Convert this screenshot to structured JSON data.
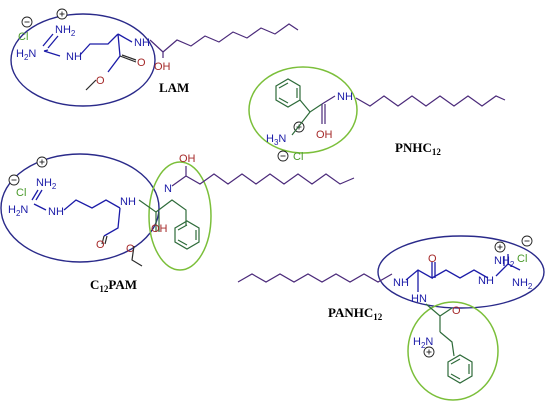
{
  "labels": {
    "lam": "LAM",
    "pnhc": {
      "main": "PNHC",
      "sub": "12"
    },
    "c12pam": {
      "pre": "C",
      "sub": "12",
      "post": "PAM"
    },
    "panhc": {
      "main": "PANHC",
      "sub": "12"
    }
  },
  "atoms": {
    "nh2": "NH",
    "two": "2",
    "h2n": "H",
    "h2n_tail": "N",
    "nh": "NH",
    "hn": "HN",
    "n": "N",
    "oh": "OH",
    "o": "O",
    "cl": "Cl",
    "h3n": "H",
    "h3n_3": "3",
    "h3n_tail": "N",
    "h2n_ring": "H",
    "h2n_ring_tail": "N"
  },
  "colors": {
    "arginine_ring": "#2a2a8a",
    "phenylalanine_ring": "#7bbf3a",
    "nitrogen": "#1c1ca8",
    "oxygen": "#a52a2a",
    "chloride": "#4a9a2a"
  }
}
